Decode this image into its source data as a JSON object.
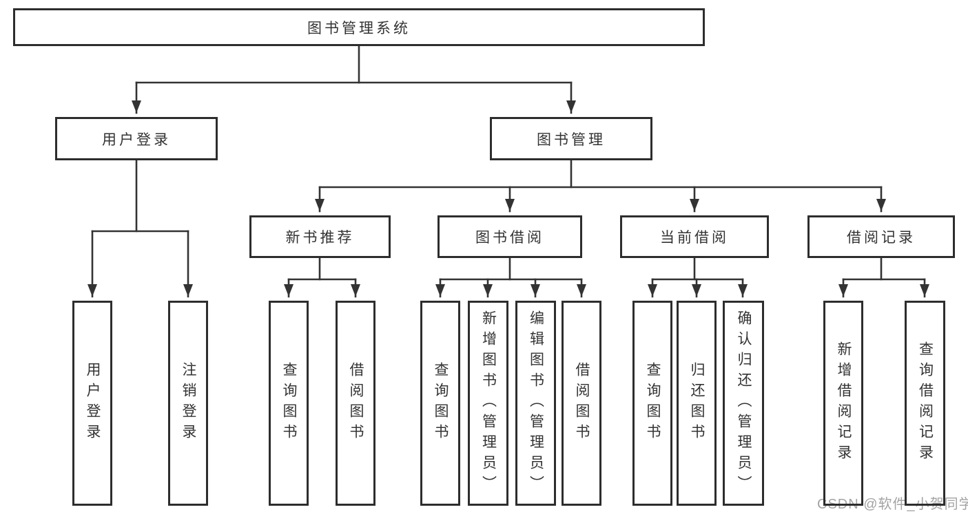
{
  "colors": {
    "background": "#ffffff",
    "line": "#333333",
    "border": "#2d2d2d",
    "text": "#333333",
    "watermark": "#a3a3a3"
  },
  "tree": {
    "root": {
      "label": "图书管理系统"
    },
    "branches": [
      {
        "label": "用户登录",
        "children": [
          {
            "label": "用户登录"
          },
          {
            "label": "注销登录"
          }
        ]
      },
      {
        "label": "图书管理",
        "children": [
          {
            "label": "新书推荐",
            "children": [
              {
                "label": "查询图书"
              },
              {
                "label": "借阅图书"
              }
            ]
          },
          {
            "label": "图书借阅",
            "children": [
              {
                "label": "查询图书"
              },
              {
                "label": "新增图书（管理员）"
              },
              {
                "label": "编辑图书（管理员）"
              },
              {
                "label": "借阅图书"
              }
            ]
          },
          {
            "label": "当前借阅",
            "children": [
              {
                "label": "查询图书"
              },
              {
                "label": "归还图书"
              },
              {
                "label": "确认归还（管理员）"
              }
            ]
          },
          {
            "label": "借阅记录",
            "children": [
              {
                "label": "新增借阅记录"
              },
              {
                "label": "查询借阅记录"
              }
            ]
          }
        ]
      }
    ]
  },
  "watermark": {
    "text": "CSDN @软件_小贺同学"
  }
}
